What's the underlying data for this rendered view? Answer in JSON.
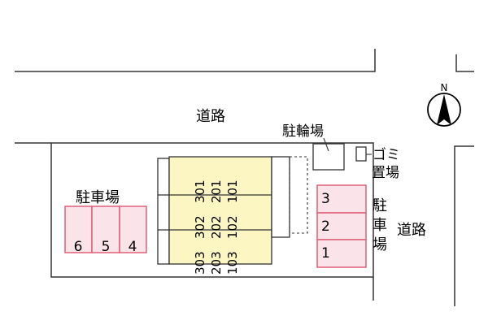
{
  "labels": {
    "road_top": "道路",
    "road_right": "道路",
    "bicycle_parking": "駐輪場",
    "garbage_line1": "ゴミ",
    "garbage_line2": "置場",
    "parking_left": "駐車場",
    "parking_right_chars": [
      "駐",
      "車",
      "場"
    ],
    "compass_north": "N"
  },
  "parking_left_spaces": [
    "6",
    "5",
    "4"
  ],
  "parking_right_spaces": [
    "3",
    "2",
    "1"
  ],
  "building_rooms": [
    [
      "301",
      "201",
      "101"
    ],
    [
      "302",
      "202",
      "102"
    ],
    [
      "303",
      "203",
      "103"
    ]
  ],
  "colors": {
    "parking_fill": "#fbe3ea",
    "parking_stroke": "#e06078",
    "building_fill": "#fbf6c2",
    "line": "#333333"
  }
}
